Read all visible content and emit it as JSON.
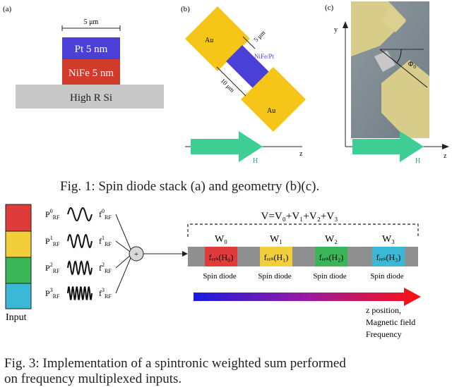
{
  "fig1": {
    "panel_a": {
      "label": "(a)",
      "width_label": "5 μm",
      "layers": [
        "Pt 5 nm",
        "NiFe 5 nm",
        "High R Si"
      ],
      "colors": {
        "pt": "#4a3fd6",
        "nife": "#d23a2a",
        "si": "#c8c8c8"
      }
    },
    "panel_b": {
      "label": "(b)",
      "pad_label": "Au",
      "strip_label": "NiFe/Pt",
      "dim_width": "5 μm",
      "dim_length": "10 μm",
      "field_label": "H",
      "axis_label": "z",
      "colors": {
        "au": "#f5c518",
        "strip": "#4a3fd6",
        "arrow": "#3fcf94"
      }
    },
    "panel_c": {
      "label": "(c)",
      "axis_y": "y",
      "axis_z": "z",
      "angle_label": "Φ",
      "angle_sub": "0",
      "field_label": "H"
    },
    "caption": "Fig. 1: Spin diode stack (a) and geometry (b)(c)."
  },
  "fig3": {
    "input_label": "Input",
    "input_colors": [
      "#e03b3b",
      "#f2cf3a",
      "#3ab558",
      "#3bb8d6"
    ],
    "rf_inputs": [
      {
        "p": "P",
        "p_sup": "0",
        "p_sub": "RF",
        "f": "f",
        "f_sup": "0",
        "f_sub": "RF"
      },
      {
        "p": "P",
        "p_sup": "1",
        "p_sub": "RF",
        "f": "f",
        "f_sup": "1",
        "f_sub": "RF"
      },
      {
        "p": "P",
        "p_sup": "2",
        "p_sub": "RF",
        "f": "f",
        "f_sup": "2",
        "f_sub": "RF"
      },
      {
        "p": "P",
        "p_sup": "3",
        "p_sub": "RF",
        "f": "f",
        "f_sup": "3",
        "f_sub": "RF"
      }
    ],
    "sum_symbol": "+",
    "voltage_eq": "V=V₀+V₁+V₂+V₃",
    "diodes": [
      {
        "weight": "W₀",
        "res": "fᵣₑₛ(H₀)",
        "label": "Spin diode",
        "color": "#e03b3b"
      },
      {
        "weight": "W₁",
        "res": "fᵣₑₛ(H₁)",
        "label": "Spin diode",
        "color": "#f2cf3a"
      },
      {
        "weight": "W₂",
        "res": "fᵣₑₛ(H₂)",
        "label": "Spin diode",
        "color": "#3ab558"
      },
      {
        "weight": "W₃",
        "res": "fᵣₑₛ(H₃)",
        "label": "Spin diode",
        "color": "#3bb8d6"
      }
    ],
    "gradient_labels": [
      "z position,",
      "Magnetic field",
      "Frequency"
    ],
    "caption_line1": "Fig. 3: Implementation of a spintronic weighted sum performed",
    "caption_line2": "on frequency multiplexed inputs."
  }
}
